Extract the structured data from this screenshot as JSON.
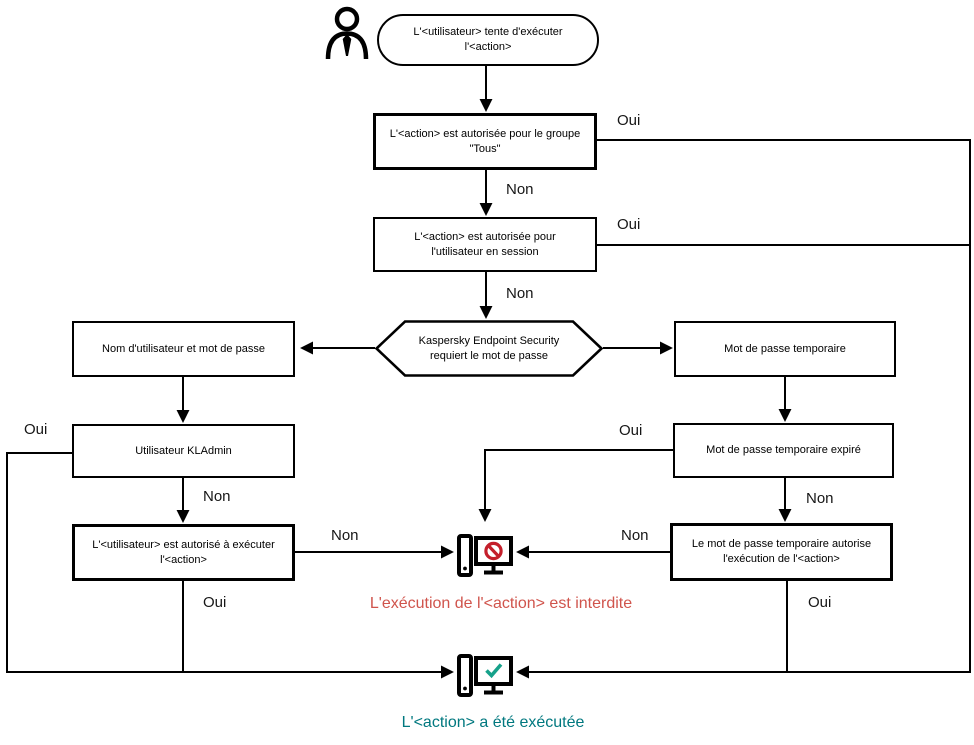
{
  "labels": {
    "yes": "Oui",
    "no": "Non"
  },
  "nodes": {
    "start": "L'<utilisateur> tente d'exécuter l'<action>",
    "group_allowed": "L'<action> est autorisée pour le groupe \"Tous\"",
    "session_allowed": "L'<action> est autorisée pour l'utilisateur en session",
    "password_required": "Kaspersky Endpoint Security requiert le mot de passe",
    "username_password": "Nom d'utilisateur et mot de passe",
    "kladmin_user": "Utilisateur KLAdmin",
    "user_authorized": "L'<utilisateur> est autorisé à exécuter l'<action>",
    "temp_password": "Mot de passe temporaire",
    "temp_password_expired": "Mot de passe temporaire expiré",
    "temp_password_allows": "Le mot de passe temporaire autorise l'exécution de l'<action>"
  },
  "outcomes": {
    "denied": "L'exécution de l'<action> est interdite",
    "executed": "L'<action> a été exécutée"
  },
  "colors": {
    "connector": "#000000",
    "denied_text": "#d0544c",
    "denied_sign": "#c41f2b",
    "executed_text": "#00787f",
    "executed_check": "#16a18a"
  },
  "icons": {
    "user": "user-icon",
    "denied": "computer-denied-icon",
    "executed": "computer-success-icon"
  }
}
